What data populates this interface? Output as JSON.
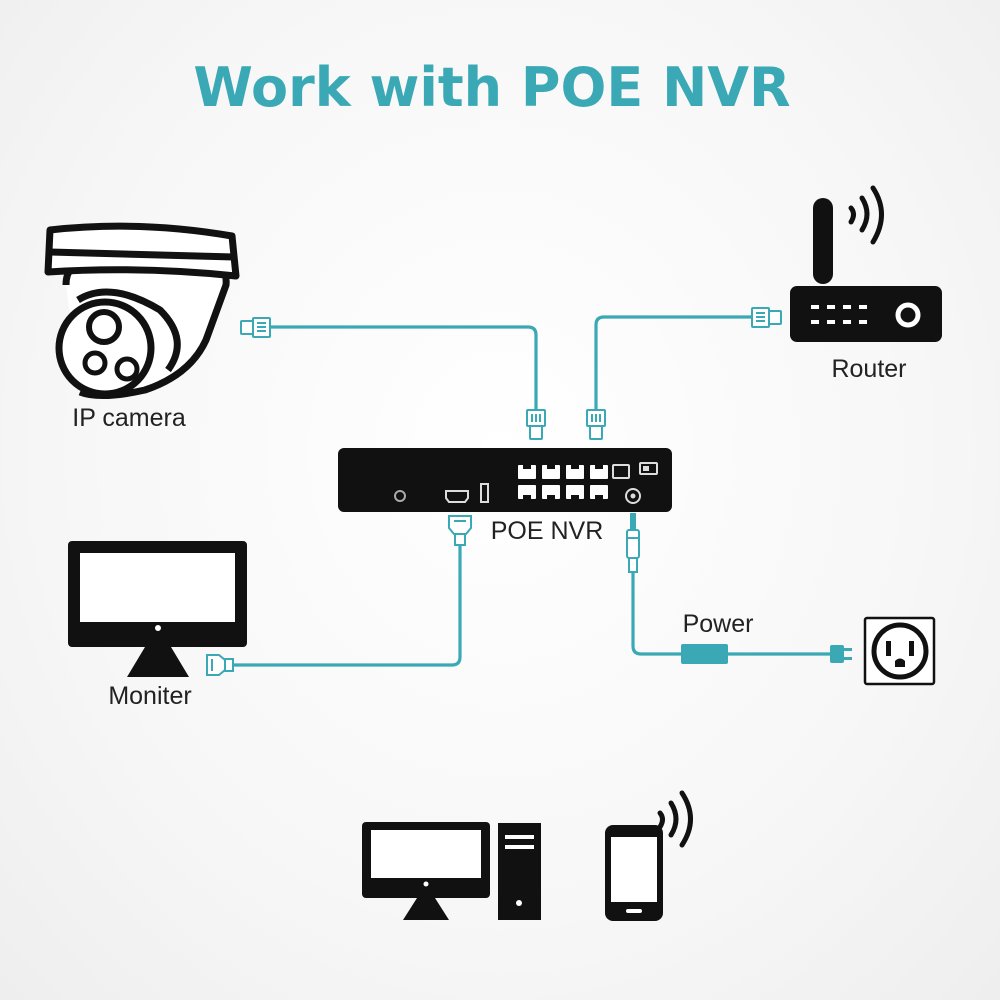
{
  "title": "Work with POE NVR",
  "labels": {
    "ip_camera": "IP camera",
    "router": "Router",
    "nvr": "POE NVR",
    "monitor": "Moniter",
    "power": "Power"
  },
  "colors": {
    "accent": "#3aa9b5",
    "device": "#111111",
    "background": "#f5f5f5"
  }
}
